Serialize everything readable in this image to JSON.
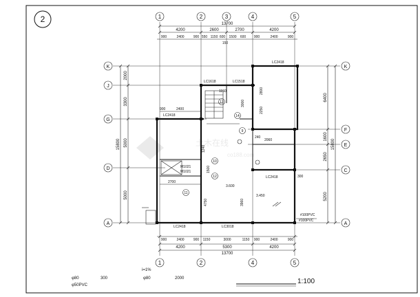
{
  "sheet": {
    "number": "2",
    "scale": "1:100"
  },
  "axes_top": [
    "1",
    "2",
    "3",
    "4",
    "5"
  ],
  "axes_bottom": [
    "1",
    "2",
    "4",
    "5"
  ],
  "axes_left": [
    "K",
    "J",
    "G",
    "D",
    "A"
  ],
  "axes_right": [
    "K",
    "F",
    "E",
    "C",
    "A"
  ],
  "dims": {
    "total_top": "13700",
    "top_row1": [
      "4200",
      "2600",
      "2700",
      "4200"
    ],
    "top_row2": [
      "900",
      "2400",
      "900",
      "550",
      "1150",
      "600",
      "1500",
      "600",
      "900",
      "2400",
      "900"
    ],
    "top_small": "150",
    "total_bottom": "13700",
    "bottom_row1": [
      "4200",
      "5300",
      "4200"
    ],
    "bottom_row2": [
      "900",
      "2400",
      "900",
      "1150",
      "3000",
      "1150",
      "900",
      "2400",
      "900"
    ],
    "left_outer": "15800",
    "left_inner": [
      "2000",
      "3300",
      "5000",
      "5000"
    ],
    "right_outer": "15800",
    "right_inner": [
      "6400",
      "1600",
      "2650",
      "5200"
    ]
  },
  "labels": {
    "lc2418_tr": "LC2418",
    "lc1618": "LC1618",
    "lc1518": "LC1518",
    "lc2418_mid": "LC2418",
    "lc2418_cr": "LC2418",
    "lc2418_bl": "LC2418",
    "lc3018": "LC3018",
    "m1021_a": "M1021",
    "m1021_b": "M1021",
    "d2400": "2400",
    "d2700": "2700",
    "d3600": "3.600",
    "d3450": "3.450",
    "d2060": "2060",
    "d3000": "3000",
    "d3960": "3960",
    "d4750": "4750",
    "d2800": "2800",
    "d2250": "2250",
    "d1500": "1500",
    "d1150": "1150",
    "d900": "900",
    "d300": "300",
    "d240": "240",
    "d1240": "1240",
    "c10": "10",
    "c11": "11",
    "c12": "12",
    "c13": "13",
    "c14": "14",
    "c9": "9",
    "pipe1": "#100PVC",
    "pipe2": "#100PVC",
    "slope": "i=1%",
    "f80a": "φ80",
    "f80b": "φ80",
    "v300": "300",
    "v2000": "2000",
    "pipe3": "φ50PVC",
    "watermark": "土木在线",
    "watermark_url": "co188.com"
  }
}
